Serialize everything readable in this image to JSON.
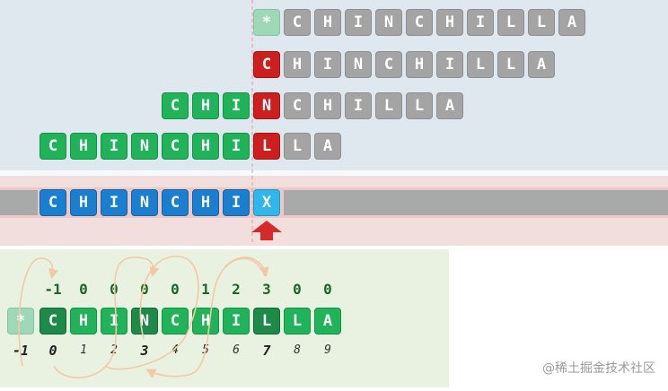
{
  "colors": {
    "top_bg": "#dfe7ef",
    "mid_bg": "#f3dede",
    "bottom_bg": "#e9f2e0",
    "gray": "#a4a4a4",
    "green": "#21b35a",
    "red": "#cc1f1f",
    "blue": "#1a7fcf",
    "cyan": "#31b6ea",
    "arrow": "#d42a2a",
    "arc": "#f2c9a6"
  },
  "alignment_rows": [
    {
      "star": "*",
      "letters": [
        "C",
        "H",
        "I",
        "N",
        "C",
        "H",
        "I",
        "L",
        "L",
        "A"
      ]
    },
    {
      "letters": [
        "C",
        "H",
        "I",
        "N",
        "C",
        "H",
        "I",
        "L",
        "L",
        "A"
      ]
    },
    {
      "letters": [
        "C",
        "H",
        "I",
        "N",
        "C",
        "H",
        "I",
        "L",
        "L",
        "A"
      ]
    },
    {
      "letters": [
        "C",
        "H",
        "I",
        "N",
        "C",
        "H",
        "I",
        "L",
        "L",
        "A"
      ]
    }
  ],
  "text_row": {
    "letters": [
      "C",
      "H",
      "I",
      "N",
      "C",
      "H",
      "I",
      "X"
    ]
  },
  "next_table": {
    "values": [
      "-1",
      "0",
      "0",
      "0",
      "0",
      "1",
      "2",
      "3",
      "0",
      "0"
    ],
    "star": "*",
    "letters": [
      "C",
      "H",
      "I",
      "N",
      "C",
      "H",
      "I",
      "L",
      "L",
      "A"
    ],
    "indices": [
      "-1",
      "0",
      "1",
      "2",
      "3",
      "4",
      "5",
      "6",
      "7",
      "8",
      "9"
    ]
  },
  "watermark": "@稀土掘金技术社区"
}
